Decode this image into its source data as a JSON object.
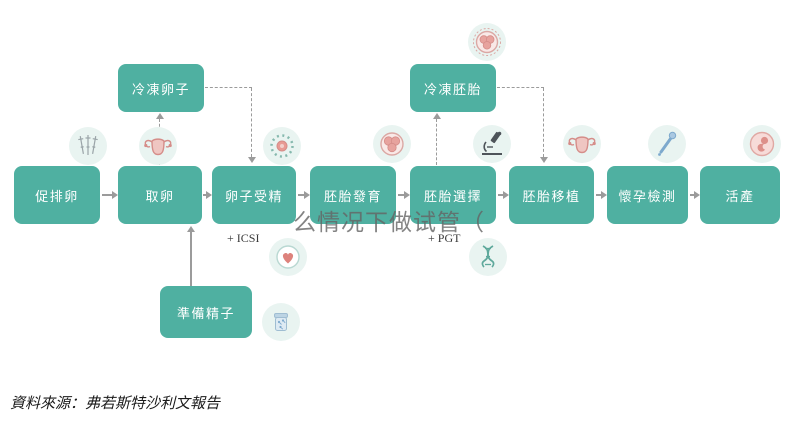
{
  "watermark": "么情况下做试管（",
  "source": "資料來源：弗若斯特沙利文報告",
  "notes": {
    "icsi": "+ ICSI",
    "pgt": "+ PGT"
  },
  "colors": {
    "box_teal": "#4fb0a1",
    "arrow_gray": "#9b9b9b",
    "icon_bg": "#e9f4f1",
    "pink_accent": "#dd908a",
    "blue_accent": "#7da9cd"
  },
  "flow": {
    "main_steps": [
      {
        "label": "促排卵",
        "icon": "syringes-icon"
      },
      {
        "label": "取卵",
        "icon": "uterus-icon"
      },
      {
        "label": "卵子受精",
        "icon": "fertilization-icon",
        "note": "+ ICSI",
        "note_icon": "embryo-dish-icon"
      },
      {
        "label": "胚胎發育",
        "icon": "embryo-icon"
      },
      {
        "label": "胚胎選擇",
        "icon": "microscope-icon",
        "note": "+ PGT",
        "note_icon": "dna-icon"
      },
      {
        "label": "胚胎移植",
        "icon": "uterus-icon"
      },
      {
        "label": "懷孕檢測",
        "icon": "dropper-icon"
      },
      {
        "label": "活產",
        "icon": "baby-icon"
      }
    ],
    "branch_steps": [
      {
        "label": "冷凍卵子"
      },
      {
        "label": "冷凍胚胎",
        "icon": "blastocyst-icon"
      },
      {
        "label": "準備精子",
        "icon": "sperm-sample-icon"
      }
    ]
  }
}
